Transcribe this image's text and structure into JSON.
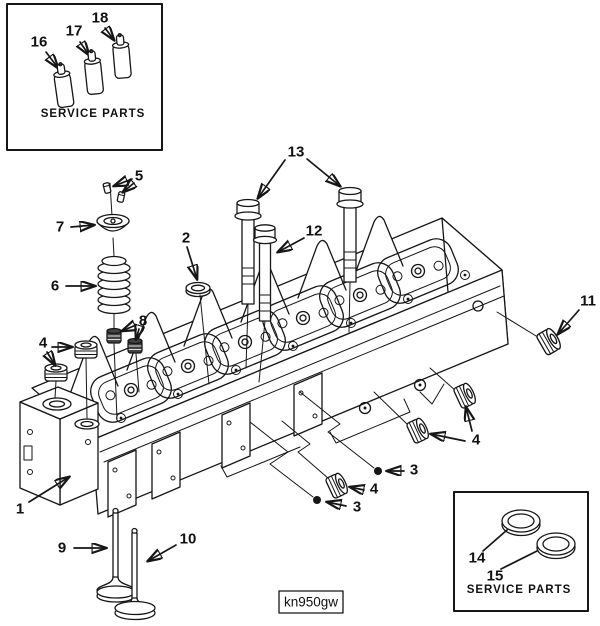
{
  "figure": {
    "code": "kn950gw"
  },
  "service_boxes": {
    "top_left": {
      "title": "SERVICE PARTS"
    },
    "bottom_right": {
      "title": "SERVICE PARTS"
    }
  },
  "callouts": {
    "c1": "1",
    "c2": "2",
    "c3a": "3",
    "c3b": "3",
    "c4a": "4",
    "c4b": "4",
    "c4c": "4",
    "c5": "5",
    "c6": "6",
    "c7": "7",
    "c8": "8",
    "c9": "9",
    "c10": "10",
    "c11": "11",
    "c12": "12",
    "c13": "13",
    "c14": "14",
    "c15": "15",
    "c16": "16",
    "c17": "17",
    "c18": "18"
  }
}
